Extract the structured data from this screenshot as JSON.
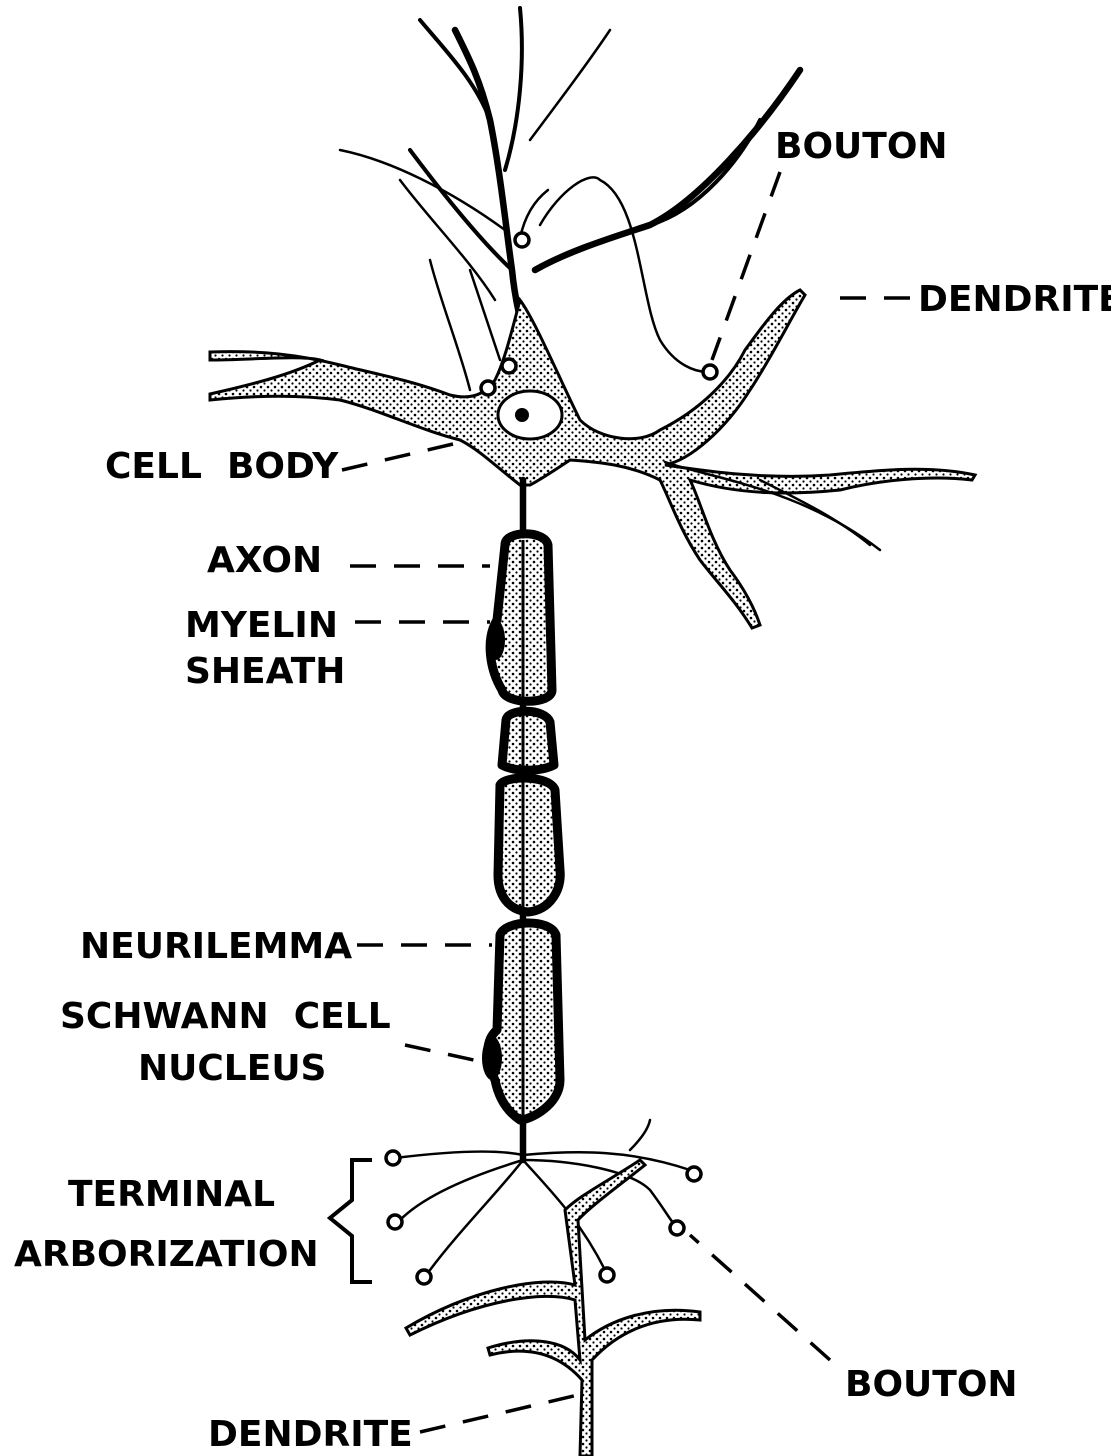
{
  "labels": {
    "bouton_top": "BOUTON",
    "dendrite_top": "DENDRITE",
    "cell_body": "CELL  BODY",
    "axon": "AXON",
    "myelin_line1": "MYELIN",
    "myelin_line2": "SHEATH",
    "neurilemma": "NEURILEMMA",
    "schwann_line1": "SCHWANN  CELL",
    "schwann_line2": "NUCLEUS",
    "terminal_line1": "TERMINAL",
    "terminal_line2": "ARBORIZATION",
    "bouton_bottom": "BOUTON",
    "dendrite_bottom": "DENDRITE"
  }
}
